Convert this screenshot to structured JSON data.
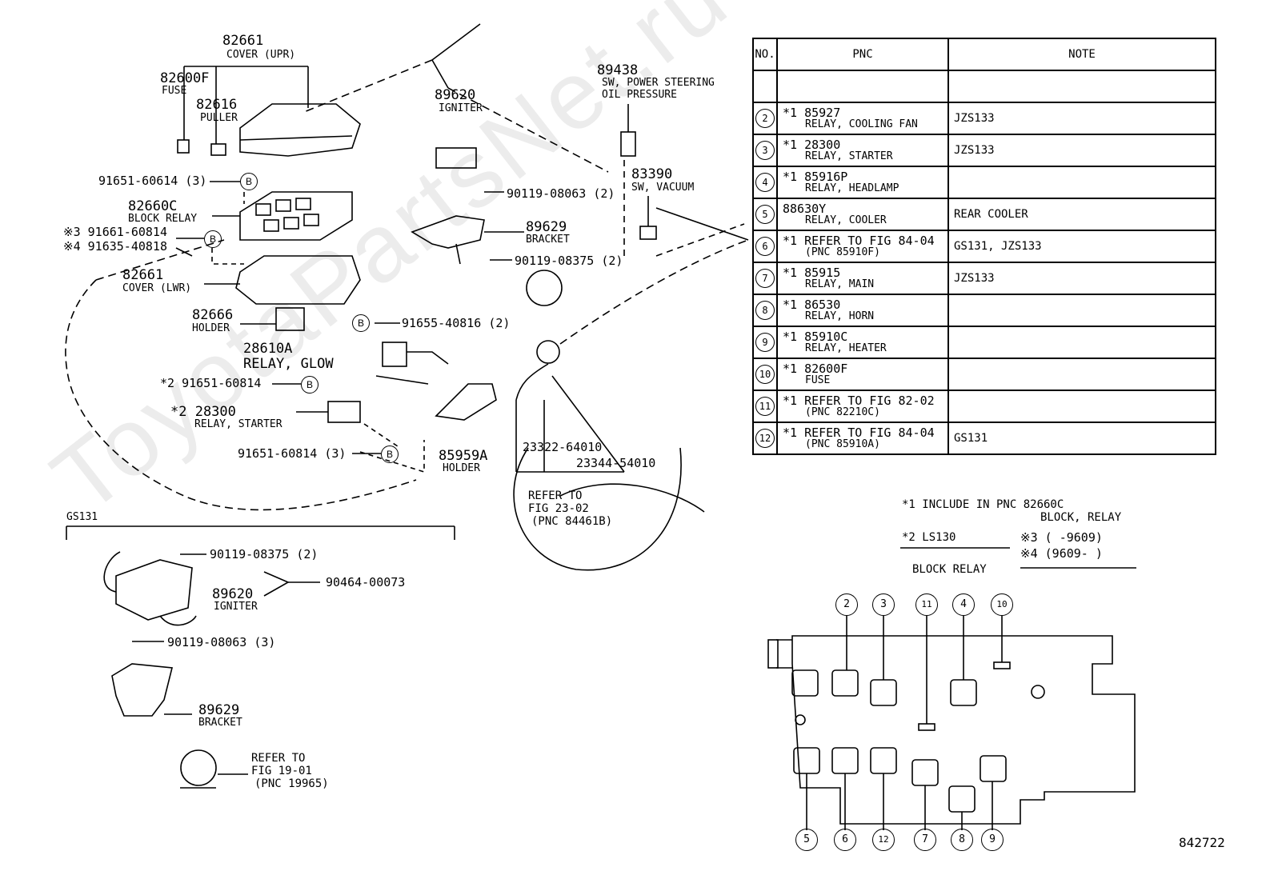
{
  "watermark": "ToyotaPartsNet.ru",
  "diagram_id": "842722",
  "section_label": "GS131",
  "parts": {
    "p82661u": {
      "num": "82661",
      "name": "COVER (UPR)"
    },
    "p82600f": {
      "num": "82600F",
      "name": "FUSE"
    },
    "p82616": {
      "num": "82616",
      "name": "PULLER"
    },
    "b1": "91651-60614 (3)",
    "p82660c": {
      "num": "82660C",
      "name": "BLOCK RELAY"
    },
    "s3": "※3 91661-60814",
    "s4": "※4 91635-40818",
    "p82661l": {
      "num": "82661",
      "name": "COVER (LWR)"
    },
    "p82666": {
      "num": "82666",
      "name": "HOLDER"
    },
    "p28610a": {
      "num": "28610A",
      "name": "RELAY, GLOW"
    },
    "b2": "*2 91651-60814",
    "p28300": {
      "num": "*2 28300",
      "name": "RELAY, STARTER"
    },
    "b3": "91651-60814 (3)",
    "p89620": {
      "num": "89620",
      "name": "IGNITER"
    },
    "b4": "90119-08063 (2)",
    "p89629": {
      "num": "89629",
      "name": "BRACKET"
    },
    "b5": "90119-08375 (2)",
    "b6": "91655-40816 (2)",
    "p85959a": {
      "num": "85959A",
      "name": "HOLDER"
    },
    "p23322": "23322-64010",
    "p23344": "23344-54010",
    "ref2302": [
      "REFER TO",
      "FIG 23-02",
      "(PNC 84461B)"
    ],
    "p89438": {
      "num": "89438",
      "name": "SW, POWER STEERING",
      "name2": "OIL PRESSURE"
    },
    "p83390": {
      "num": "83390",
      "name": "SW, VACUUM"
    },
    "g_b1": "90119-08375 (2)",
    "g_b2": "90464-00073",
    "g_p89620": {
      "num": "89620",
      "name": "IGNITER"
    },
    "g_b3": "90119-08063 (3)",
    "g_p89629": {
      "num": "89629",
      "name": "BRACKET"
    },
    "ref1901": [
      "REFER TO",
      "FIG 19-01",
      "(PNC 19965)"
    ]
  },
  "table": {
    "headers": [
      "NO.",
      "PNC",
      "NOTE"
    ],
    "rows": [
      {
        "no": "",
        "pnc1": "",
        "pnc2": "",
        "note": ""
      },
      {
        "no": "2",
        "pnc1": "*1 85927",
        "pnc2": "RELAY, COOLING FAN",
        "note": "JZS133"
      },
      {
        "no": "3",
        "pnc1": "*1 28300",
        "pnc2": "RELAY, STARTER",
        "note": "JZS133"
      },
      {
        "no": "4",
        "pnc1": "*1 85916P",
        "pnc2": "RELAY, HEADLAMP",
        "note": ""
      },
      {
        "no": "5",
        "pnc1": "88630Y",
        "pnc2": "RELAY, COOLER",
        "note": "REAR COOLER"
      },
      {
        "no": "6",
        "pnc1": "*1 REFER TO FIG 84-04",
        "pnc2": "(PNC 85910F)",
        "note": "GS131, JZS133"
      },
      {
        "no": "7",
        "pnc1": "*1 85915",
        "pnc2": "RELAY, MAIN",
        "note": "JZS133"
      },
      {
        "no": "8",
        "pnc1": "*1 86530",
        "pnc2": "RELAY, HORN",
        "note": ""
      },
      {
        "no": "9",
        "pnc1": "*1 85910C",
        "pnc2": "RELAY, HEATER",
        "note": ""
      },
      {
        "no": "10",
        "pnc1": "*1 82600F",
        "pnc2": "FUSE",
        "note": ""
      },
      {
        "no": "11",
        "pnc1": "*1 REFER TO FIG 82-02",
        "pnc2": "(PNC 82210C)",
        "note": ""
      },
      {
        "no": "12",
        "pnc1": "*1 REFER TO FIG 84-04",
        "pnc2": "(PNC 85910A)",
        "note": "GS131"
      }
    ]
  },
  "notes": {
    "n1a": "*1 INCLUDE IN PNC 82660C",
    "n1b": "BLOCK, RELAY",
    "n2": "*2 LS130",
    "n3": "※3 (      -9609)",
    "n4": "※4 (9609-      )",
    "block_title": "BLOCK RELAY",
    "callout_b": "B"
  },
  "block_top_nums": [
    "2",
    "3",
    "11",
    "4",
    "10"
  ],
  "block_bottom_nums": [
    "5",
    "6",
    "12",
    "7",
    "8",
    "9"
  ]
}
